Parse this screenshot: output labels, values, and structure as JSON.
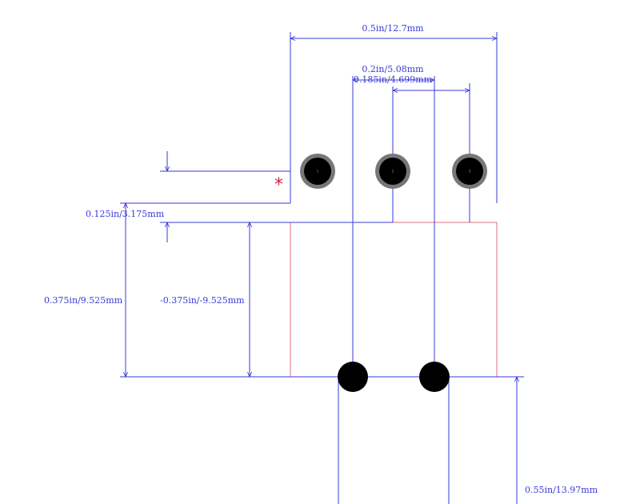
{
  "colors": {
    "dimension": "#3a3ad8",
    "outline": "#e07080",
    "pad_ring": "#777777",
    "pad_fill": "#000000",
    "marker": "#cc2244"
  },
  "dimensions": {
    "overall_width": "0.5in/12.7mm",
    "pin_pitch": "0.2in/5.08mm",
    "pin_offset": "0.185in/4.699mm",
    "row_offset": "0.125in/3.175mm",
    "body_height": "0.375in/9.525mm",
    "body_height_neg": "-0.375in/-9.525mm",
    "lead_length": "0.55in/13.97mm"
  },
  "pin1_marker": "*",
  "pins": [
    {
      "label": "1"
    },
    {
      "label": "2"
    },
    {
      "label": "3"
    }
  ]
}
